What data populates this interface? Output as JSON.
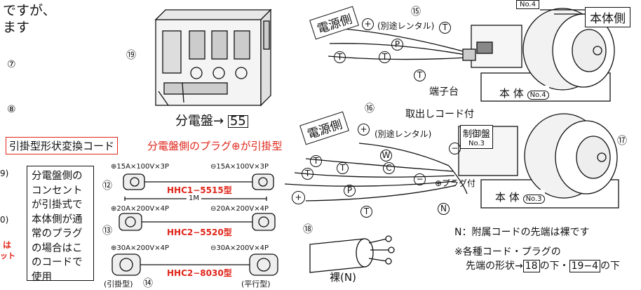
{
  "edge_text": {
    "top_line1": "ですが、",
    "top_line2": "ます",
    "num7": "⑦",
    "num8": "⑧",
    "num9": "9)",
    "num10": "0)",
    "red_left1": "は",
    "red_left2": "ット"
  },
  "panel": {
    "number": "⑲",
    "caption": "分電盤→",
    "caption_ref": "55"
  },
  "converter": {
    "title": "引掛型形状変換コード",
    "subtitle": "分電盤側のプラグ⊕が引掛型"
  },
  "side_note": "分電盤側のコンセントが引掛式で本体側が通常のプラグの場合はこのコードで使用",
  "cords": [
    {
      "num": "⑫",
      "plus_spec": "⊕15A×100V×3P",
      "minus_spec": "⊖15A×100V×3P",
      "model": "HHC1−5515型"
    },
    {
      "num": "⑬",
      "plus_spec": "⊕20A×200V×4P",
      "minus_spec": "⊖20A×200V×4P",
      "model": "HHC2−5520型"
    },
    {
      "num": "⑭",
      "plus_spec": "⊕30A×200V×4P",
      "minus_spec": "⊖30A×200V×4P",
      "model": "HHC2−8030型"
    }
  ],
  "length_label": "1M",
  "hikikake_label": "(引掛型)",
  "heikou_label": "(平行型)",
  "cable": {
    "number": "⑱",
    "label": "裸(N)"
  },
  "upper_set": {
    "number": "⑮",
    "power_tag": "電源側",
    "rental": "(別途レンタル)",
    "p_mark": "P",
    "t_mark": "T",
    "plus": "+",
    "terminal": "端子台",
    "body_tag": "本体側",
    "body_label": "本 体",
    "body_no": "No.4",
    "top_no": "No.4"
  },
  "lower_set": {
    "number": "⑯",
    "power_tag": "電源側",
    "rental": "(別途レンタル)",
    "takedashi": "取出しコード付",
    "plug_tsuki": "⊕プラグ付",
    "control_label": "制御盤",
    "control_no": "No.3",
    "body_number": "⑰",
    "body_label": "本 体",
    "body_no": "No.3",
    "marks": [
      "W",
      "C",
      "P",
      "T",
      "N"
    ],
    "minus": "−",
    "plus": "+"
  },
  "notes": {
    "n_note": "N：附属コードの先端は裸です",
    "asterisk_line1": "※各種コード・プラグの",
    "asterisk_line2_a": "先端の形状→",
    "ref18": "18",
    "asterisk_line2_b": "の下・",
    "ref19": "19−4",
    "asterisk_line2_c": "の下"
  }
}
